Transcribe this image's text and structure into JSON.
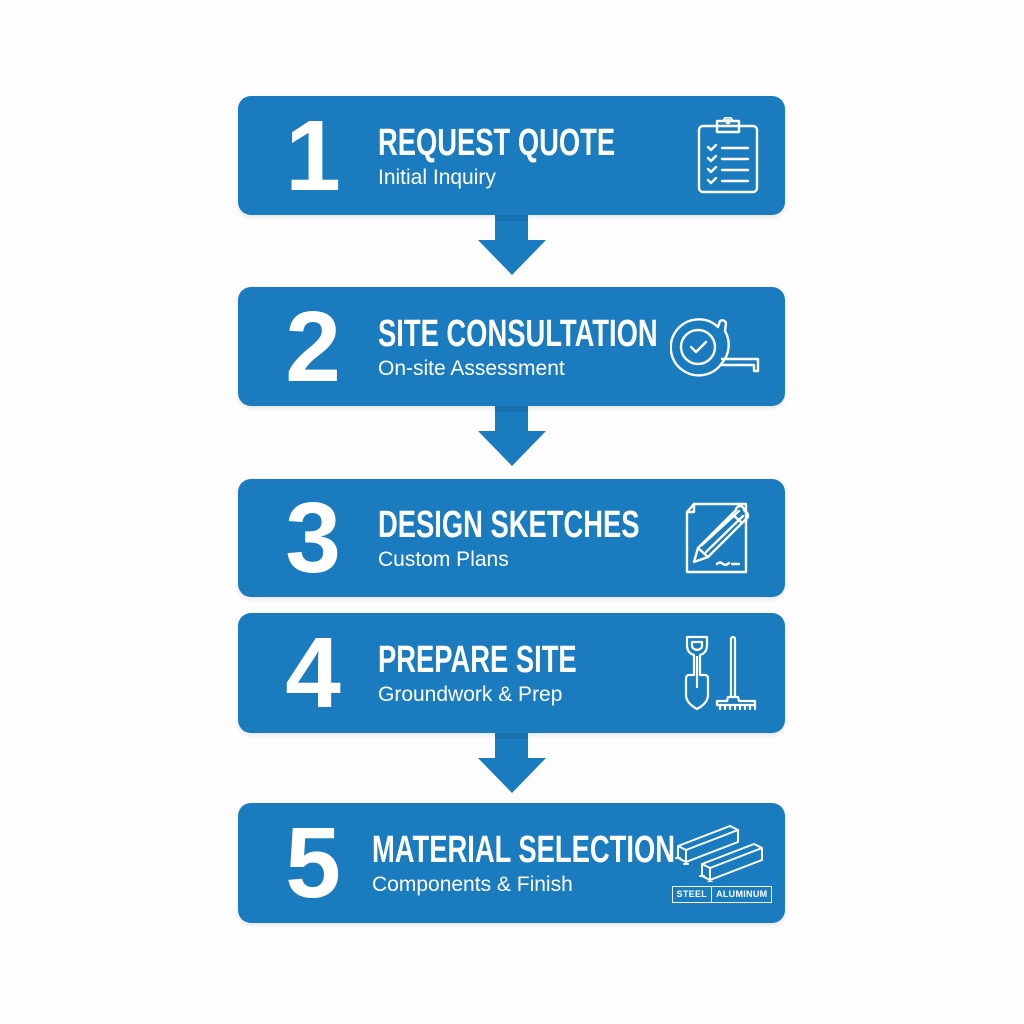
{
  "colors": {
    "box_fill": "#1a7bbf",
    "text": "#ffffff",
    "background": "#fdfdfd"
  },
  "steps": [
    {
      "number": "1",
      "title": "REQUEST QUOTE",
      "subtitle": "Initial Inquiry",
      "icon": "clipboard-checklist-icon"
    },
    {
      "number": "2",
      "title": "SITE CONSULTATION",
      "subtitle": "On-site Assessment",
      "icon": "tape-measure-icon"
    },
    {
      "number": "3",
      "title": "DESIGN SKETCHES",
      "subtitle": "Custom Plans",
      "icon": "pencil-document-icon"
    },
    {
      "number": "4",
      "title": "PREPARE SITE",
      "subtitle": "Groundwork & Prep",
      "icon": "shovel-rake-icon"
    },
    {
      "number": "5",
      "title": "MATERIAL SELECTION",
      "subtitle": "Components & Finish",
      "icon": "metal-beams-icon",
      "icon_labels": [
        "STEEL",
        "ALUMINUM"
      ]
    }
  ],
  "connectors": [
    {
      "from": "1",
      "to": "2",
      "type": "arrow-down"
    },
    {
      "from": "2",
      "to": "3",
      "type": "arrow-down"
    },
    {
      "from": "4",
      "to": "5",
      "type": "arrow-down"
    }
  ]
}
